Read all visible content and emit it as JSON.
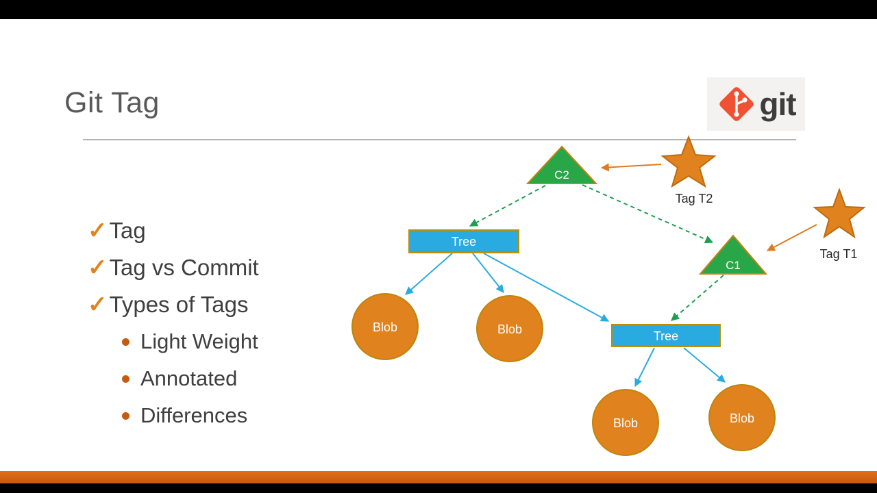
{
  "slide": {
    "title": "Git Tag",
    "logo": {
      "wordmark": "git"
    }
  },
  "bullets": {
    "check": "✓",
    "items": [
      {
        "label": "Tag"
      },
      {
        "label": "Tag vs Commit"
      },
      {
        "label": "Types of Tags"
      }
    ],
    "subitems": [
      {
        "label": "Light Weight"
      },
      {
        "label": "Annotated"
      },
      {
        "label": "Differences"
      }
    ]
  },
  "diagram": {
    "c2_label": "C2",
    "c1_label": "C1",
    "tree1_label": "Tree",
    "tree2_label": "Tree",
    "blob1_label": "Blob",
    "blob2_label": "Blob",
    "blob3_label": "Blob",
    "blob4_label": "Blob",
    "tag_t2_label": "Tag T2",
    "tag_t1_label": "Tag T1"
  },
  "colors": {
    "accent_orange": "#E0821E",
    "commit_green": "#29A647",
    "tree_blue": "#29ABE2",
    "title_gray": "#595959",
    "strip_orange": "#CE5F14",
    "git_logo_red": "#F05133"
  }
}
